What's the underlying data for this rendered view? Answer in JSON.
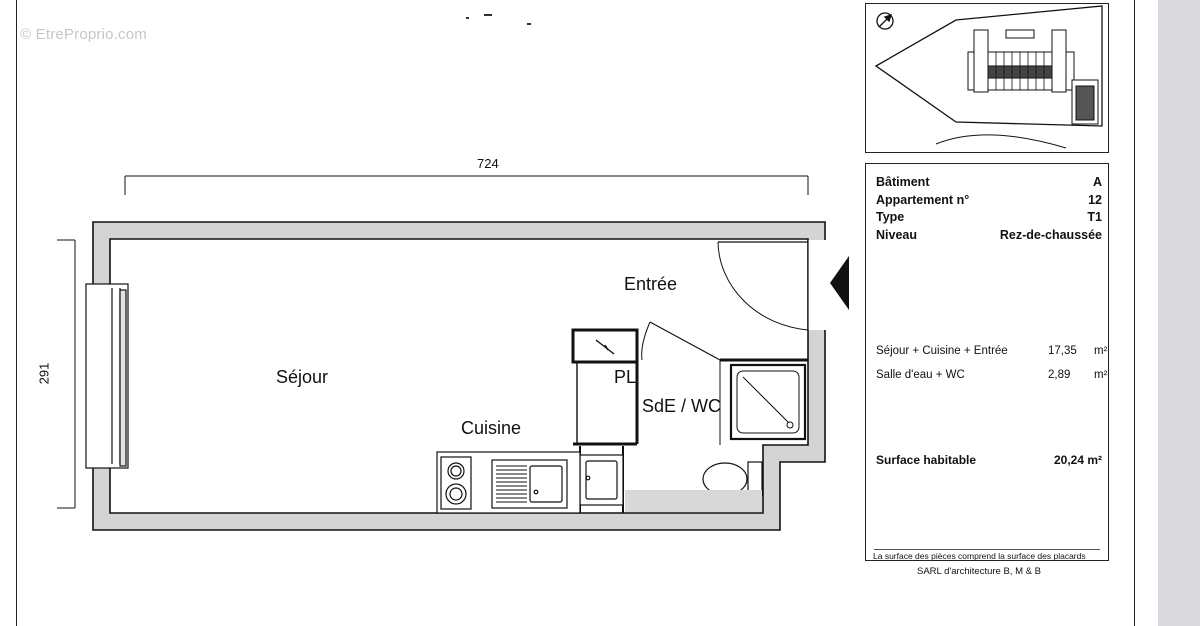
{
  "watermark": "© EtreProprio.com",
  "plan": {
    "dimension_width": "724",
    "dimension_height": "291",
    "rooms": {
      "sejour": "Séjour",
      "entree": "Entrée",
      "cuisine": "Cuisine",
      "pl": "PL",
      "sde_wc": "SdE / WC"
    }
  },
  "info": {
    "rows": [
      {
        "label": "Bâtiment",
        "value": "A"
      },
      {
        "label": "Appartement n°",
        "value": "12"
      },
      {
        "label": "Type",
        "value": "T1"
      },
      {
        "label": "Niveau",
        "value": "Rez-de-chaussée"
      }
    ],
    "surfaces": [
      {
        "label": "Séjour + Cuisine + Entrée",
        "value": "17,35",
        "unit": "m²"
      },
      {
        "label": "Salle d'eau + WC",
        "value": "2,89",
        "unit": "m²"
      }
    ],
    "total": {
      "label": "Surface habitable",
      "value": "20,24 m²"
    },
    "note": "La surface des pièces comprend la surface des placards",
    "credit": "SARL d'architecture B, M & B"
  },
  "colors": {
    "wall_fill": "#d4d4d4",
    "line": "#111111",
    "background": "#ffffff",
    "side_strip": "#d9d9de"
  }
}
